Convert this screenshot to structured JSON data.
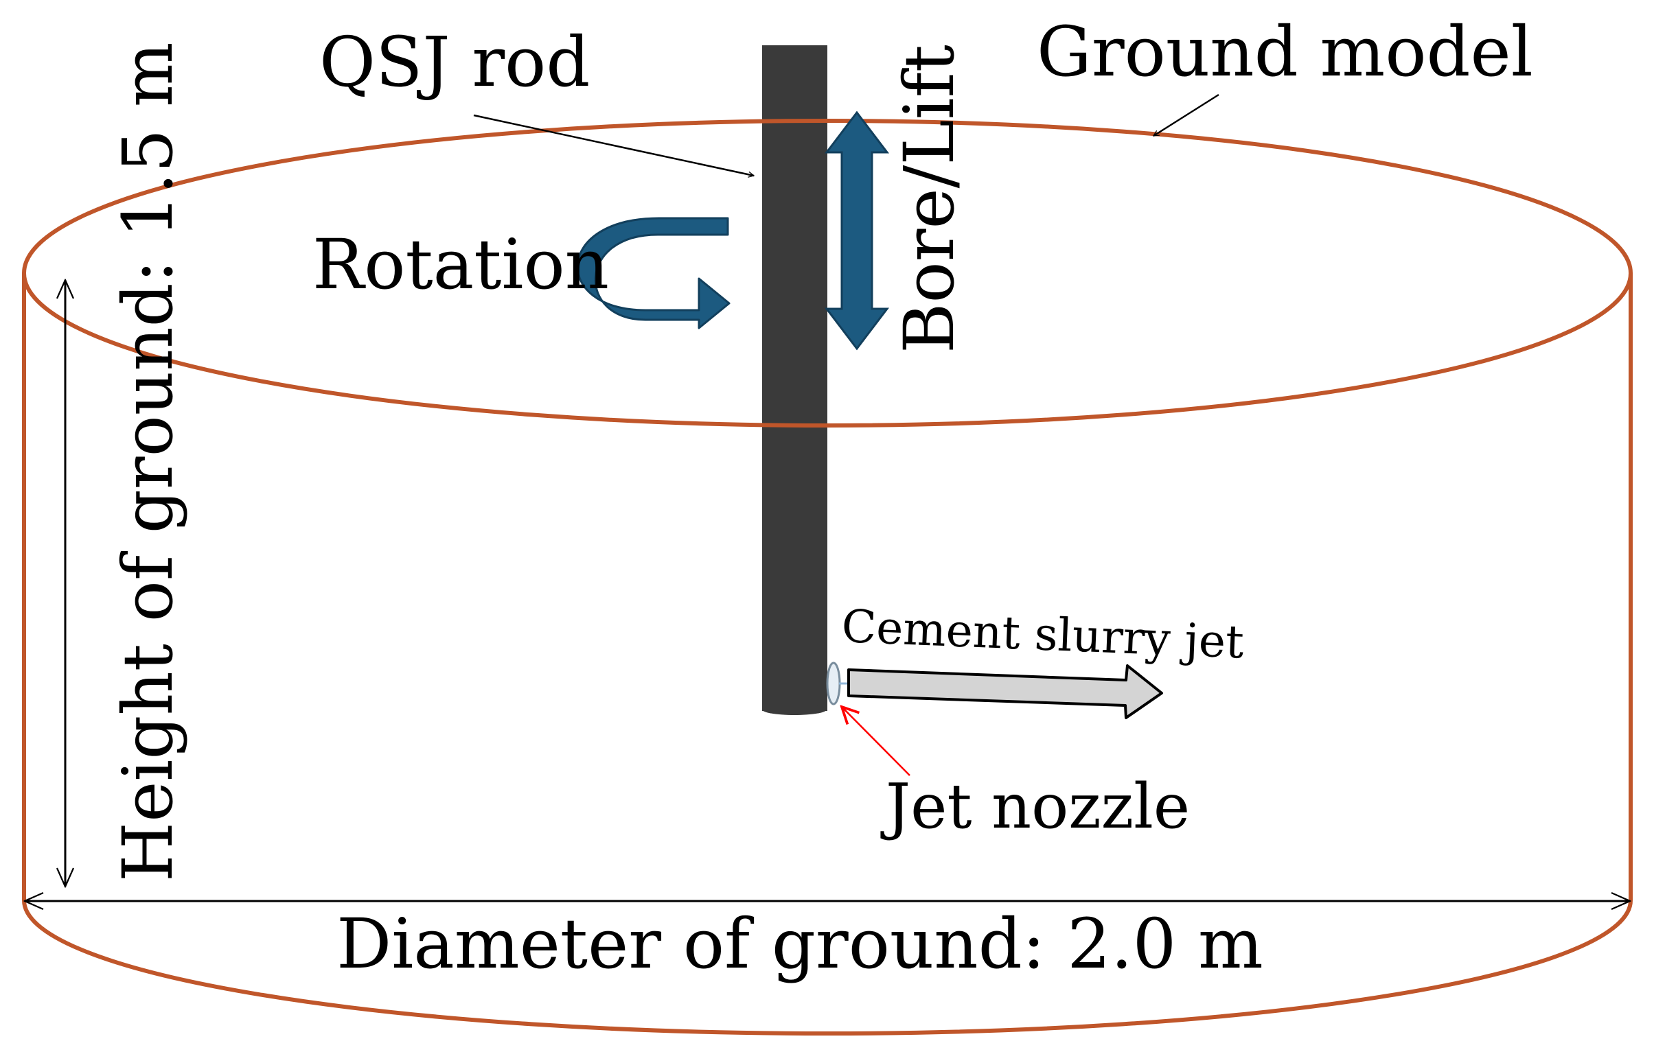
{
  "labels": {
    "qsj_rod": "QSJ rod",
    "ground_model": "Ground model",
    "rotation": "Rotation",
    "bore_lift": "Bore/Lift",
    "height": "Height of ground: 1.5 m",
    "diameter": "Diameter of ground: 2.0 m",
    "cement_jet": "Cement slurry jet",
    "jet_nozzle": "Jet nozzle"
  },
  "colors": {
    "ground_outline": "#c0562a",
    "rod": "#3a3a3a",
    "motion_arrows": "#1c5a80",
    "jet_arrow_fill": "#d4d4d4",
    "nozzle_pointer": "#ff0000",
    "lines": "#000000"
  }
}
